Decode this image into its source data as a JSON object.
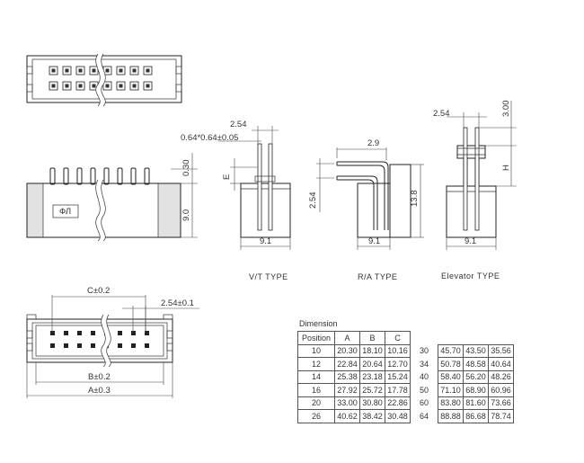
{
  "labels": {
    "pitch": "2.54",
    "pin_size": "0.64*0.64±0.05",
    "height_030": "0.30",
    "height_90": "9.0",
    "e_label": "E",
    "ra_29": "2.9",
    "ra_254": "2.54",
    "ra_138": "13.8",
    "elev_300": "3.00",
    "elev_h": "H",
    "width_91": "9.1",
    "c_dim": "C±0.2",
    "b_dim": "B±0.2",
    "a_dim": "A±0.3",
    "pitch_tol": "2.54±0.1",
    "logo_text": "ФЛ"
  },
  "captions": {
    "vt": "V/T TYPE",
    "ra": "R/A TYPE",
    "elevator": "Elevator TYPE"
  },
  "table": {
    "title": "Dimension",
    "headers": [
      "Position",
      "A",
      "B",
      "C"
    ],
    "rows": [
      [
        "10",
        "20.30",
        "18.10",
        "10.16",
        "30",
        "45.70",
        "43.50",
        "35.56"
      ],
      [
        "12",
        "22.84",
        "20.64",
        "12.70",
        "34",
        "50.78",
        "48.58",
        "40.64"
      ],
      [
        "14",
        "25.38",
        "23.18",
        "15.24",
        "40",
        "58.40",
        "56.20",
        "48.26"
      ],
      [
        "16",
        "27.92",
        "25.72",
        "17.78",
        "50",
        "71.10",
        "68.90",
        "60.96"
      ],
      [
        "20",
        "33.00",
        "30.80",
        "22.86",
        "60",
        "83.80",
        "81.60",
        "73.66"
      ],
      [
        "26",
        "40.62",
        "38.42",
        "30.48",
        "64",
        "88.88",
        "86.68",
        "78.74"
      ]
    ]
  }
}
